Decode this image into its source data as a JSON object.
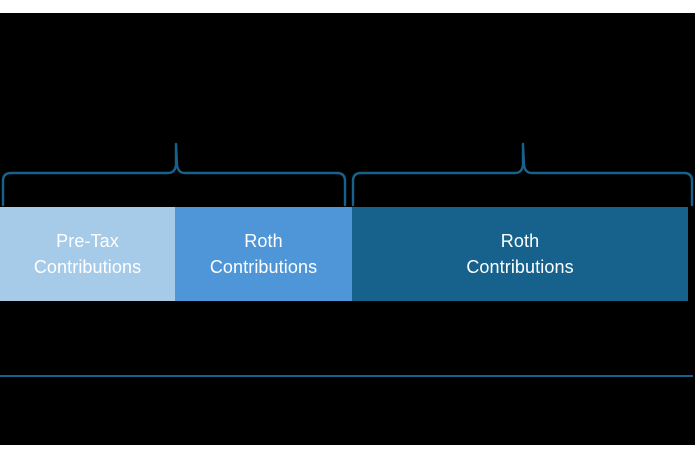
{
  "figure": {
    "background_color": "#000000",
    "page_color": "#ffffff",
    "accent_color": "#16628c"
  },
  "segments": [
    {
      "name": "pre-tax-contributions",
      "line1": "Pre-Tax",
      "line2": "Contributions",
      "color": "#a6cbe9",
      "text_color": "#ffffff"
    },
    {
      "name": "roth-contributions-middle",
      "line1": "Roth",
      "line2": "Contributions",
      "color": "#4e96d7",
      "text_color": "#ffffff"
    },
    {
      "name": "roth-contributions-right",
      "line1": "Roth",
      "line2": "Contributions",
      "color": "#16628c",
      "text_color": "#ffffff"
    }
  ],
  "braces": [
    {
      "name": "left-brace",
      "label": "",
      "color": "#16628c"
    },
    {
      "name": "right-brace",
      "label": "",
      "color": "#16628c"
    }
  ],
  "rule": {
    "name": "baseline-rule",
    "color": "#16628c"
  }
}
